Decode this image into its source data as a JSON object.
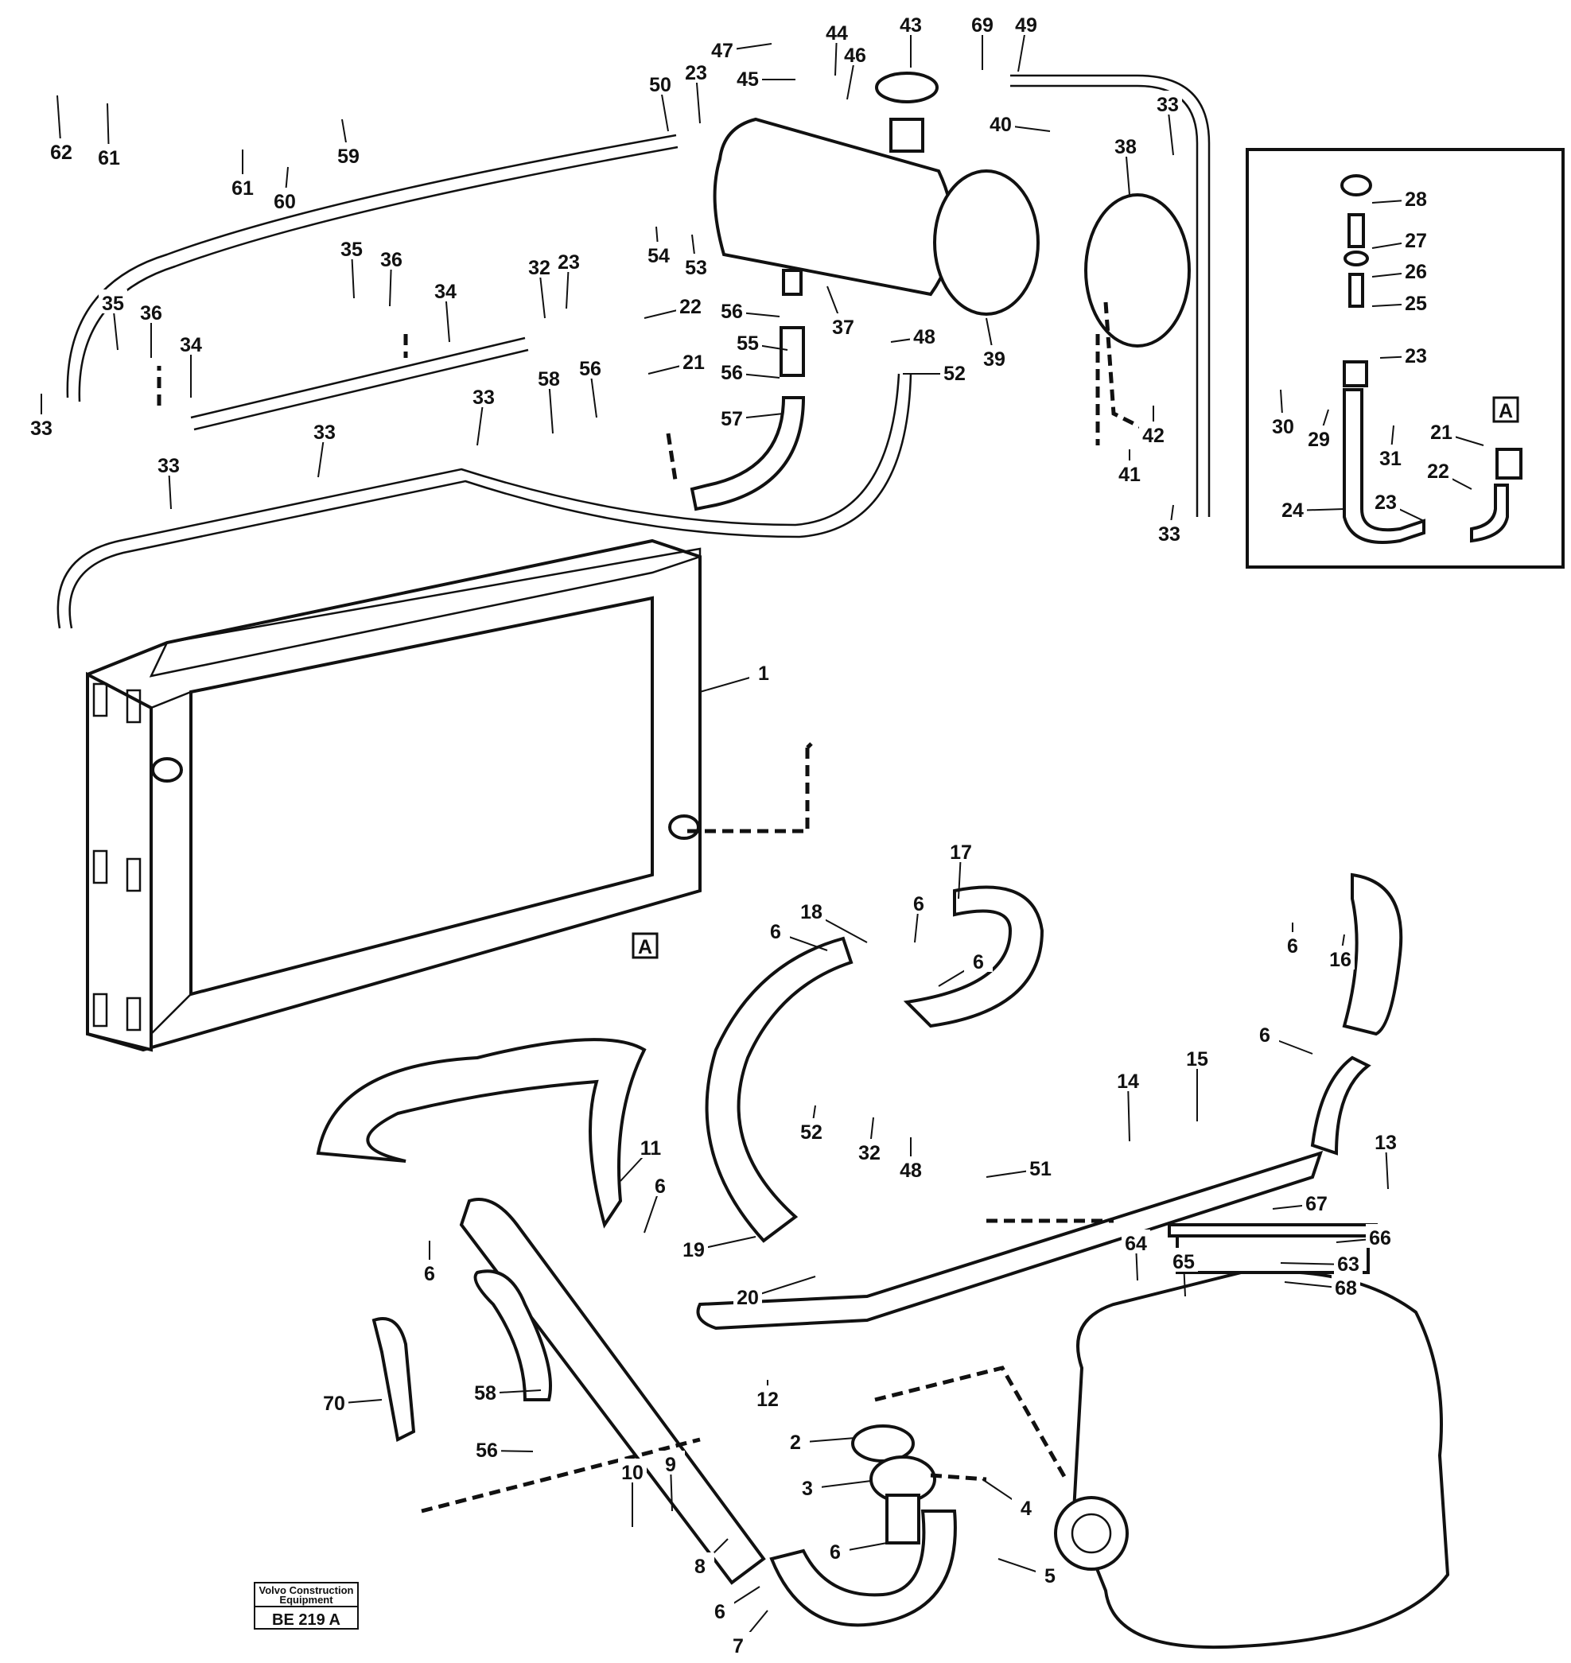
{
  "diagram": {
    "callouts": [
      "1",
      "2",
      "3",
      "4",
      "5",
      "6",
      "7",
      "8",
      "9",
      "10",
      "11",
      "12",
      "13",
      "14",
      "15",
      "16",
      "17",
      "18",
      "19",
      "20",
      "21",
      "22",
      "23",
      "24",
      "25",
      "26",
      "27",
      "28",
      "29",
      "30",
      "31",
      "32",
      "33",
      "34",
      "35",
      "36",
      "37",
      "38",
      "39",
      "40",
      "41",
      "42",
      "43",
      "44",
      "45",
      "46",
      "47",
      "48",
      "49",
      "50",
      "51",
      "52",
      "53",
      "54",
      "55",
      "56",
      "57",
      "58",
      "59",
      "60",
      "61",
      "62",
      "63",
      "64",
      "65",
      "66",
      "67",
      "68",
      "69",
      "70"
    ],
    "reference_tag": "A",
    "stamp": {
      "line1": "Volvo Construction",
      "line2": "Equipment",
      "code": "BE 219 A"
    }
  }
}
